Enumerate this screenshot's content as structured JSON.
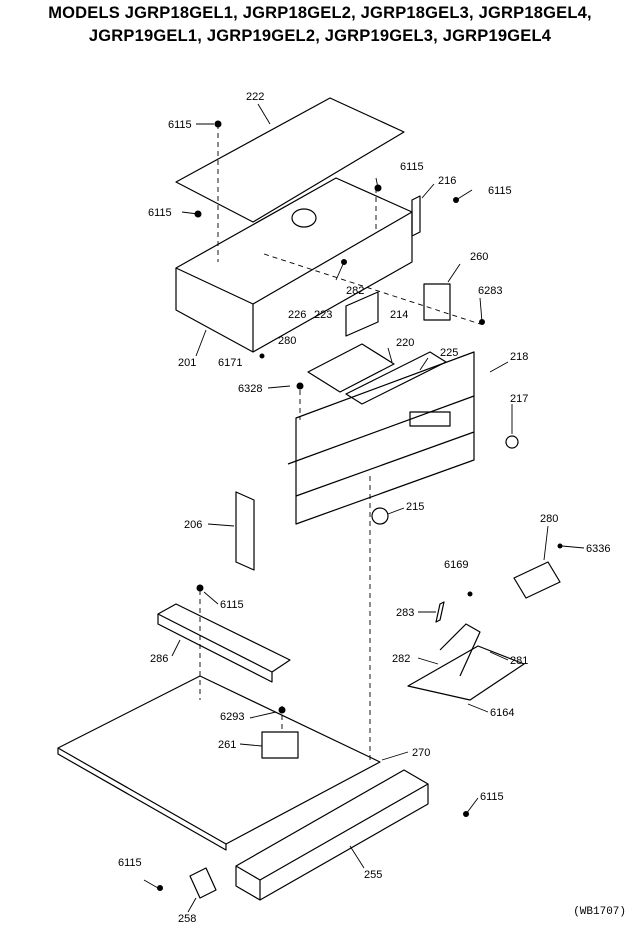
{
  "title": {
    "line1": "MODELS JGRP18GEL1, JGRP18GEL2, JGRP18GEL3, JGRP18GEL4,",
    "line2": "JGRP19GEL1, JGRP19GEL2, JGRP19GEL3, JGRP19GEL4"
  },
  "parts": {
    "p222": "222",
    "p6115a": "6115",
    "p6115b": "6115",
    "p216": "216",
    "p6115c": "6115",
    "p6115d": "6115",
    "p260": "260",
    "p6283": "6283",
    "p282a": "282",
    "p214": "214",
    "p226": "226",
    "p223": "223",
    "p280a": "280",
    "p201": "201",
    "p6171": "6171",
    "p220": "220",
    "p225": "225",
    "p218": "218",
    "p6328": "6328",
    "p217": "217",
    "p215": "215",
    "p206": "206",
    "p280b": "280",
    "p6336": "6336",
    "p6169": "6169",
    "p6115e": "6115",
    "p283": "283",
    "p286": "286",
    "p282b": "282",
    "p281": "281",
    "p6164": "6164",
    "p6293": "6293",
    "p261": "261",
    "p270": "270",
    "p6115f": "6115",
    "p6115g": "6115",
    "p255": "255",
    "p258": "258"
  },
  "drawing_code": "(WB1707)"
}
